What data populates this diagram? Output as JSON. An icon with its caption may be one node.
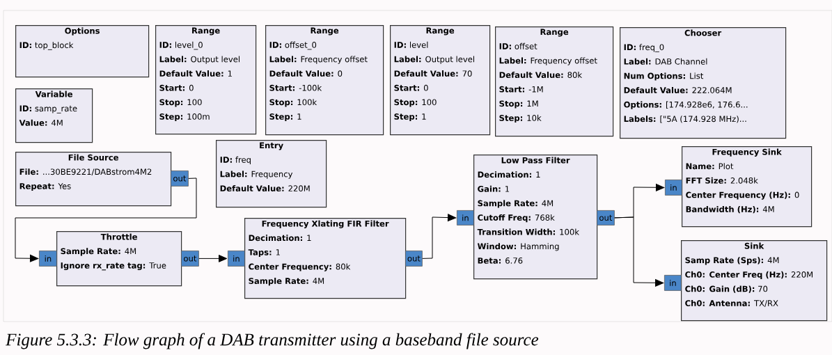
{
  "diagram": {
    "caption": "Figure 5.3.3: Flow graph of a DAB transmitter using a baseband file source",
    "nodes": [
      {
        "text": [
          "Options",
          "**ID:** top_block"
        ]
      },
      {
        "text": [
          "Variable",
          "**ID:** samp_rate",
          "**Value:** 4M"
        ]
      },
      {
        "text": [
          "Range",
          "**ID:** level_0",
          "**Label:** Output level",
          "**Default Value:** 1",
          "**Start:** 0",
          "**Stop:** 100",
          "**Step:** 100m"
        ]
      },
      {
        "text": [
          "Range",
          "**ID:** offset_0",
          "**Label:** Frequency offset",
          "**Default Value:** 0",
          "**Start:** -100k",
          "**Stop:** 100k",
          "**Step:** 1"
        ]
      },
      {
        "text": [
          "Range",
          "**ID:** level",
          "**Label:** Output level",
          "**Default Value:** 70",
          "**Start:** 0",
          "**Stop:** 100",
          "**Step:** 1"
        ]
      },
      {
        "text": [
          "Range",
          "**ID:** offset",
          "**Label:** Frequency offset",
          "**Default Value:** 80k",
          "**Start:** -1M",
          "**Stop:** 1M",
          "**Step:** 10k"
        ]
      },
      {
        "text": [
          "Chooser",
          "**ID:** freq_0",
          "**Label:** DAB Channel",
          "**Num Options:** List",
          "**Default Value:** 222.064M",
          "**Options:** [174.928e6, 176.6...",
          "**Labels:** [\"5A (174.928 MHz)..."
        ]
      },
      {
        "text": [
          "File Source",
          "**File:** ...30BE9221/DABstrom4M2",
          "**Repeat:** Yes"
        ]
      },
      {
        "text": [
          "Entry",
          "**ID:** freq",
          "**Label:** Frequency",
          "**Default Value:** 220M"
        ]
      },
      {
        "text": [
          "Throttle",
          "**Sample Rate:** 4M",
          "**Ignore rx_rate tag:** True"
        ]
      },
      {
        "text": [
          "Frequency Xlating FIR Filter",
          "**Decimation:** 1",
          "**Taps:** 1",
          "**Center Frequency:** 80k",
          "**Sample Rate:** 4M"
        ]
      },
      {
        "text": [
          "Low Pass Filter",
          "**Decimation:** 1",
          "**Gain:** 1",
          "**Sample Rate:** 4M",
          "**Cutoff Freq:** 768k",
          "**Transition Width:** 100k",
          "**Window:** Hamming",
          "**Beta:** 6.76"
        ]
      },
      {
        "text": [
          "Frequency Sink",
          "**Name:** Plot",
          "**FFT Size:** 2.048k",
          "**Center Frequency (Hz):** 0",
          "**Bandwidth (Hz):** 4M"
        ]
      },
      {
        "text": [
          "Sink",
          "**Samp Rate (Sps):** 4M",
          "**Ch0: Center Freq (Hz):** 220M",
          "**Ch0: Gain (dB):** 70",
          "**Ch0: Antenna:** TX/RX"
        ]
      },
      {
        "text": [
          "out"
        ]
      },
      {
        "text": [
          "in"
        ]
      },
      {
        "text": [
          "out"
        ]
      },
      {
        "text": [
          "in"
        ]
      },
      {
        "text": [
          "out"
        ]
      },
      {
        "text": [
          "in"
        ]
      },
      {
        "text": [
          "out"
        ]
      },
      {
        "text": [
          "in"
        ]
      },
      {
        "text": [
          "in"
        ]
      }
    ],
    "edges": [
      {
        "from": 14,
        "to": 15,
        "arrow": "to"
      },
      {
        "from": 16,
        "to": 17,
        "arrow": "to"
      },
      {
        "from": 18,
        "to": 19,
        "arrow": "to"
      },
      {
        "from": 20,
        "to": 21,
        "arrow": "to"
      },
      {
        "from": 20,
        "to": 22,
        "arrow": "to"
      }
    ]
  }
}
